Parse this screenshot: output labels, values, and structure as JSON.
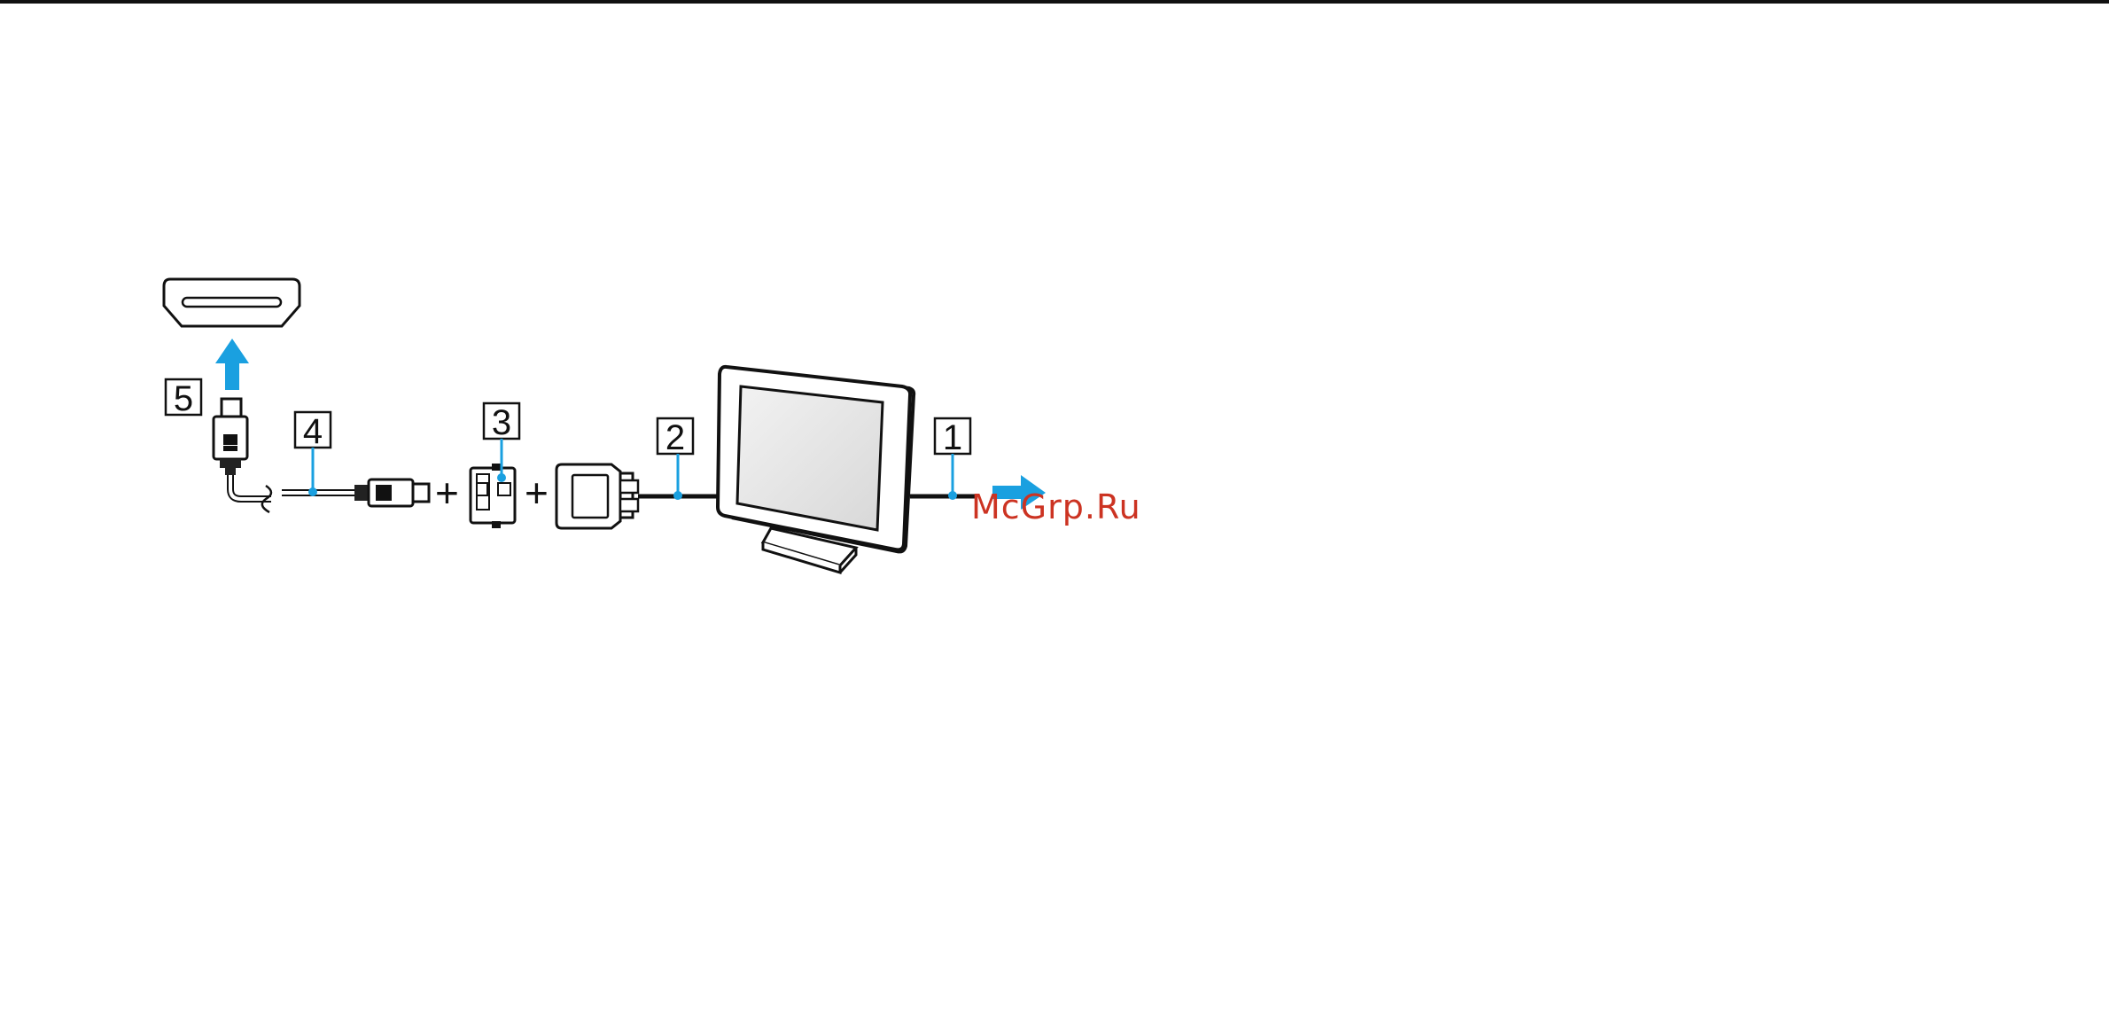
{
  "callouts": {
    "c1": "1",
    "c2": "2",
    "c3": "3",
    "c4": "4",
    "c5": "5"
  },
  "symbols": {
    "plus_a": "+",
    "plus_b": "+"
  },
  "watermark": "McGrp.Ru",
  "colors": {
    "arrow": "#1aa0e0",
    "leader": "#1aa0e0",
    "line": "#111111",
    "watermark": "#cc3322"
  },
  "icons": [
    "hdmi-port-icon",
    "up-arrow-icon",
    "hdmi-plug-icon",
    "dvi-adapter-icon",
    "dvi-plug-icon",
    "monitor-icon",
    "right-arrow-icon"
  ]
}
